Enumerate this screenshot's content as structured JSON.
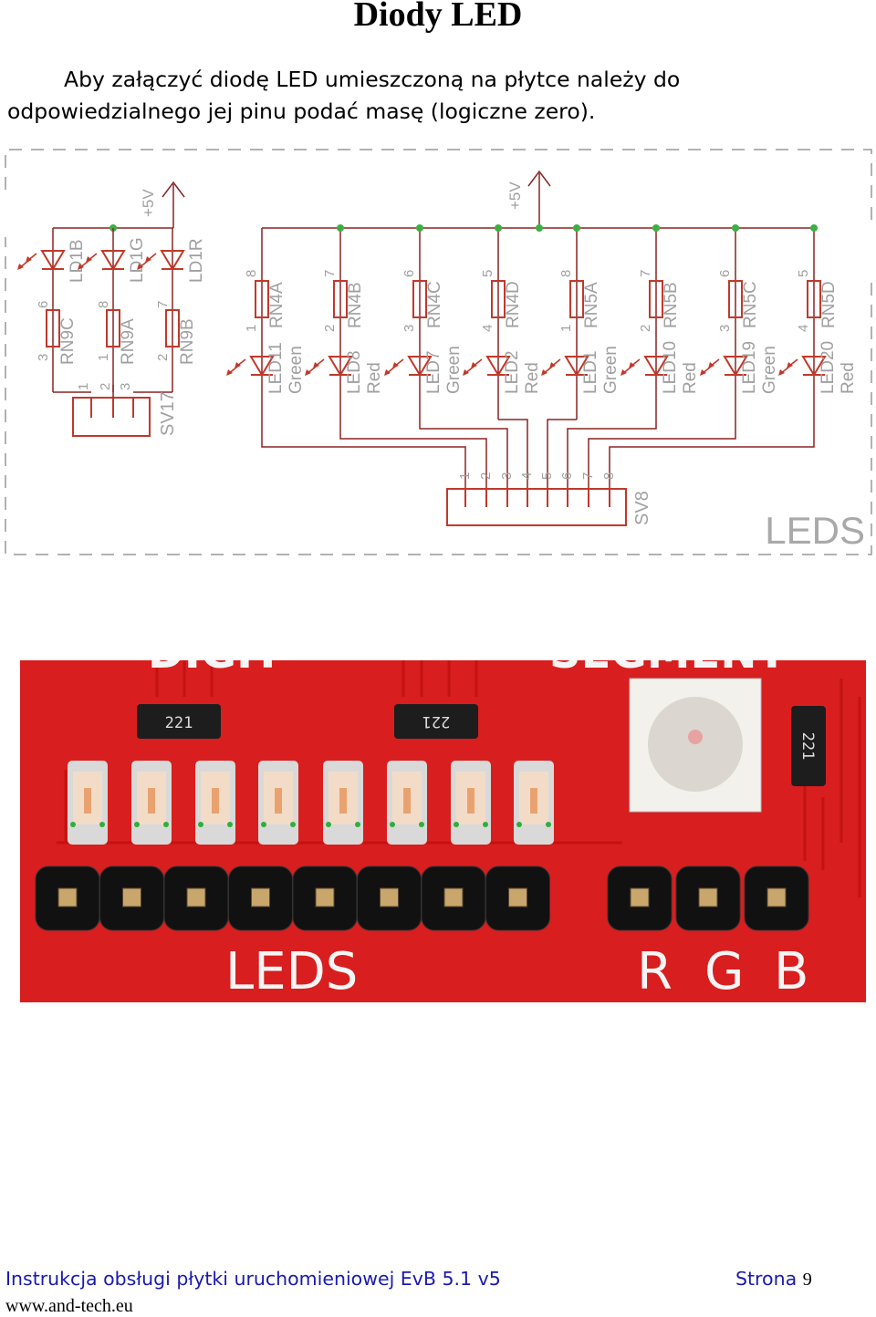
{
  "title": "Diody LED",
  "intro": "Aby załączyć diodę LED umieszczoną na płytce należy do odpowiedzialnego jej pinu podać masę (logiczne zero).",
  "schematic": {
    "label_box": "LEDS",
    "supply": "+5V",
    "left_group": {
      "columns": [
        {
          "led": "LD1B",
          "resistor": "RN9C",
          "pin_top": "6",
          "pin_bottom": "3"
        },
        {
          "led": "LD1G",
          "resistor": "RN9A",
          "pin_top": "8",
          "pin_bottom": "1"
        },
        {
          "led": "LD1R",
          "resistor": "RN9B",
          "pin_top": "7",
          "pin_bottom": "2"
        }
      ],
      "connector": "SV17",
      "connector_pins": [
        "1",
        "2",
        "3"
      ]
    },
    "right_group": {
      "columns": [
        {
          "led": "LED11",
          "color": "Green",
          "resistor": "RN4A",
          "pin_top": "8",
          "pin_bottom": "1"
        },
        {
          "led": "LED8",
          "color": "Red",
          "resistor": "RN4B",
          "pin_top": "7",
          "pin_bottom": "2"
        },
        {
          "led": "LED7",
          "color": "Green",
          "resistor": "RN4C",
          "pin_top": "6",
          "pin_bottom": "3"
        },
        {
          "led": "LED2",
          "color": "Red",
          "resistor": "RN4D",
          "pin_top": "5",
          "pin_bottom": "4"
        },
        {
          "led": "LED1",
          "color": "Green",
          "resistor": "RN5A",
          "pin_top": "8",
          "pin_bottom": "1"
        },
        {
          "led": "LED10",
          "color": "Red",
          "resistor": "RN5B",
          "pin_top": "7",
          "pin_bottom": "2"
        },
        {
          "led": "LED19",
          "color": "Green",
          "resistor": "RN5C",
          "pin_top": "6",
          "pin_bottom": "3"
        },
        {
          "led": "LED20",
          "color": "Red",
          "resistor": "RN5D",
          "pin_top": "5",
          "pin_bottom": "4"
        }
      ],
      "connector": "SV8",
      "connector_pins": [
        "1",
        "2",
        "3",
        "4",
        "5",
        "6",
        "7",
        "8"
      ]
    }
  },
  "photo": {
    "top_text_left": "DIGIT",
    "top_text_right": "SEGMENT",
    "resistor_arrays": [
      "221",
      "221",
      "221"
    ],
    "label_leds": "LEDS",
    "label_rgb": [
      "R",
      "G",
      "B"
    ]
  },
  "footer": {
    "left": "Instrukcja obsługi płytki uruchomieniowej EvB 5.1 v5",
    "page_label": "Strona",
    "page_number": "9",
    "url": "www.and-tech.eu"
  },
  "colors": {
    "wire": "#8b2323",
    "component": "#c0392b",
    "net": "#3cb043",
    "text_gray": "#a0a0a0",
    "pcb": "#d81e1e"
  }
}
